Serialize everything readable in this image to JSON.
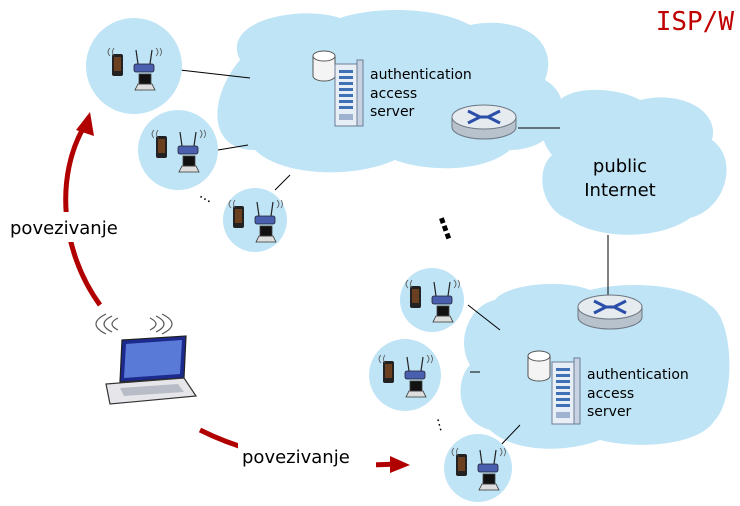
{
  "title": "ISP/W",
  "title_color": "#c00000",
  "cloud_color": "#bfe4f6",
  "circle_color": "#bfe4f6",
  "arrow_color": "#b00000",
  "top_network": {
    "server_label_lines": [
      "authentication",
      "access",
      "server"
    ]
  },
  "bottom_network": {
    "server_label_lines": [
      "authentication",
      "access",
      "server"
    ]
  },
  "internet": {
    "label_lines": [
      "public",
      "Internet"
    ]
  },
  "connect_labels": {
    "top": "povezivanje",
    "bottom": "povezivanje"
  },
  "ellipsis": {
    "small_top": "...",
    "big_middle": "⋮",
    "small_bottom": "⋮"
  }
}
